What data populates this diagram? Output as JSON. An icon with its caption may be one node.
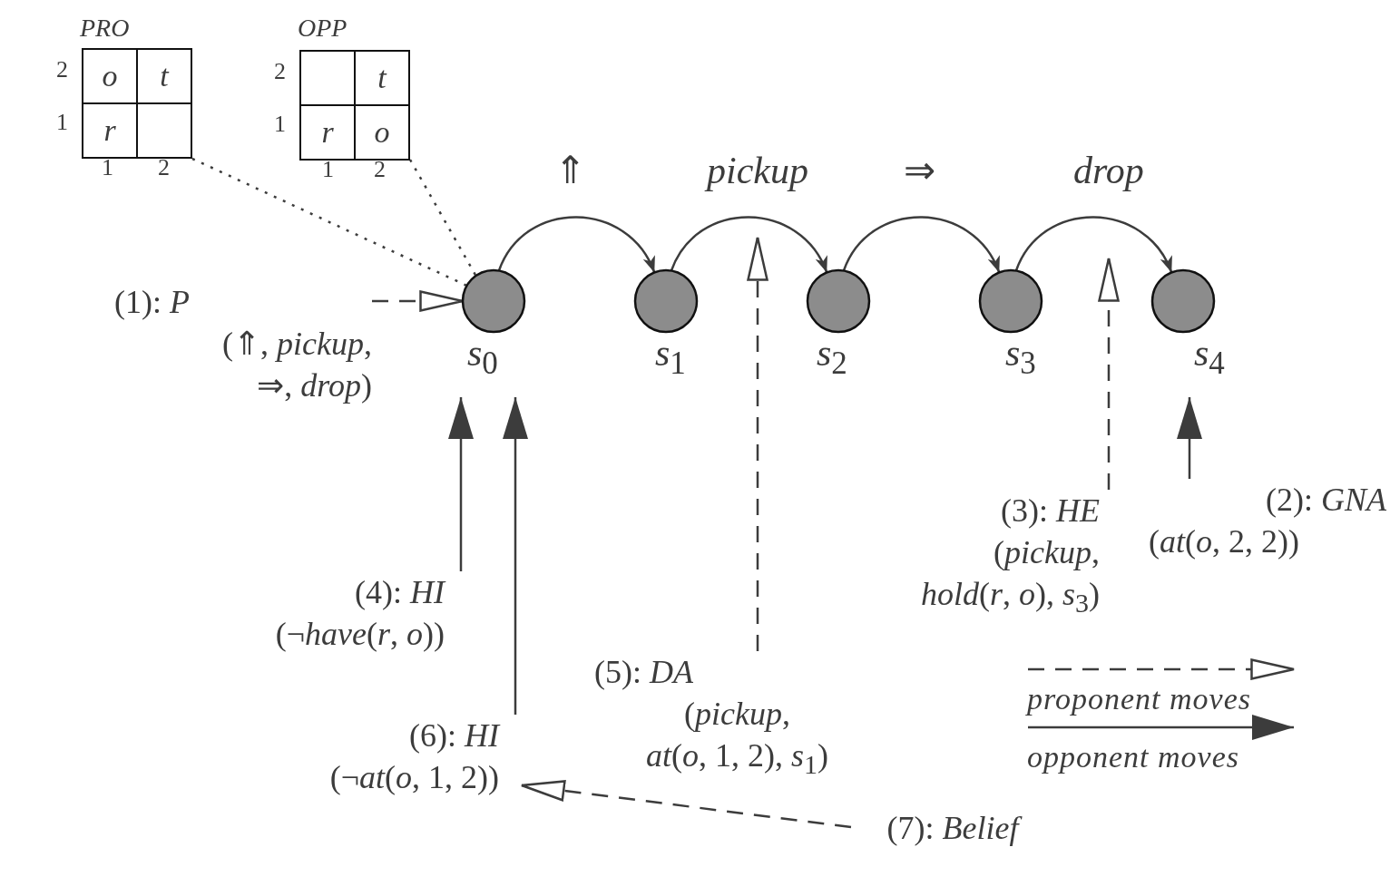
{
  "diagram": {
    "nodes": [
      {
        "text": [
          "PRO"
        ]
      },
      {
        "text": [
          "o"
        ],
        "in": 0
      },
      {
        "text": [
          "t"
        ],
        "in": 0
      },
      {
        "text": [
          "r"
        ],
        "in": 0
      },
      {
        "text": [],
        "shape": "box",
        "in": 0
      },
      {
        "text": [
          "OPP"
        ]
      },
      {
        "text": [],
        "shape": "box",
        "in": 5
      },
      {
        "text": [
          "t"
        ],
        "in": 5
      },
      {
        "text": [
          "r"
        ],
        "in": 5
      },
      {
        "text": [
          "o"
        ],
        "in": 5
      },
      {
        "text": [],
        "shape": "circle",
        "beside": [
          "*s*$_{0}$"
        ]
      },
      {
        "text": [],
        "shape": "circle",
        "beside": [
          "*s*$_{1}$"
        ]
      },
      {
        "text": [],
        "shape": "circle",
        "beside": [
          "*s*$_{2}$"
        ]
      },
      {
        "text": [],
        "shape": "circle",
        "beside": [
          "*s*$_{3}$"
        ]
      },
      {
        "text": [],
        "shape": "circle",
        "beside": [
          "*s*$_{4}$"
        ]
      },
      {
        "text": [
          "(1): *P*",
          "(⇑, *pickup*, ⇒, *drop*)"
        ]
      },
      {
        "text": [
          "(2): *GNA*",
          "(*at*(*o*, 2, 2))"
        ]
      },
      {
        "text": [
          "(3): *HE*",
          "(*pickup*, *hold*(*r*, *o*), *s*$_{3}$)"
        ]
      },
      {
        "text": [
          "(4): *HI*",
          "(¬*have*(*r*, *o*))"
        ]
      },
      {
        "text": [
          "(5): *DA*",
          "(*pickup*, *at*(*o*, 1, 2), *s*$_{1}$)"
        ]
      },
      {
        "text": [
          "(6): *HI*",
          "(¬*at*(*o*, 1, 2))"
        ]
      },
      {
        "text": [
          "(7): *Belief*"
        ]
      }
    ],
    "edges": [
      {
        "from": 0,
        "to": 10,
        "arrow": "none",
        "style": "dashed"
      },
      {
        "from": 5,
        "to": 10,
        "arrow": "none",
        "style": "dashed"
      },
      {
        "from": 10,
        "to": 11,
        "arrow": "to",
        "label": "⇑"
      },
      {
        "from": 11,
        "to": 12,
        "arrow": "to",
        "label": "pickup"
      },
      {
        "from": 12,
        "to": 13,
        "arrow": "to",
        "label": "⇒"
      },
      {
        "from": 13,
        "to": 14,
        "arrow": "to",
        "label": "drop"
      },
      {
        "from": 15,
        "to": 10,
        "arrow": "to",
        "style": "dashed"
      },
      {
        "from": 16,
        "to": 14,
        "arrow": "to"
      },
      {
        "from": 17,
        "to": null,
        "arrow": "to",
        "style": "dashed"
      },
      {
        "from": 18,
        "to": 10,
        "arrow": "to"
      },
      {
        "from": 19,
        "to": null,
        "arrow": "to",
        "style": "dashed"
      },
      {
        "from": 20,
        "to": 10,
        "arrow": "to"
      },
      {
        "from": 21,
        "to": 20,
        "arrow": "to",
        "style": "dashed"
      }
    ],
    "labels": [
      "2",
      "1",
      "1",
      "2",
      "2",
      "1",
      "1",
      "2"
    ],
    "legend": [
      {
        "text": "proponent moves"
      },
      {
        "text": "opponent moves"
      }
    ]
  }
}
